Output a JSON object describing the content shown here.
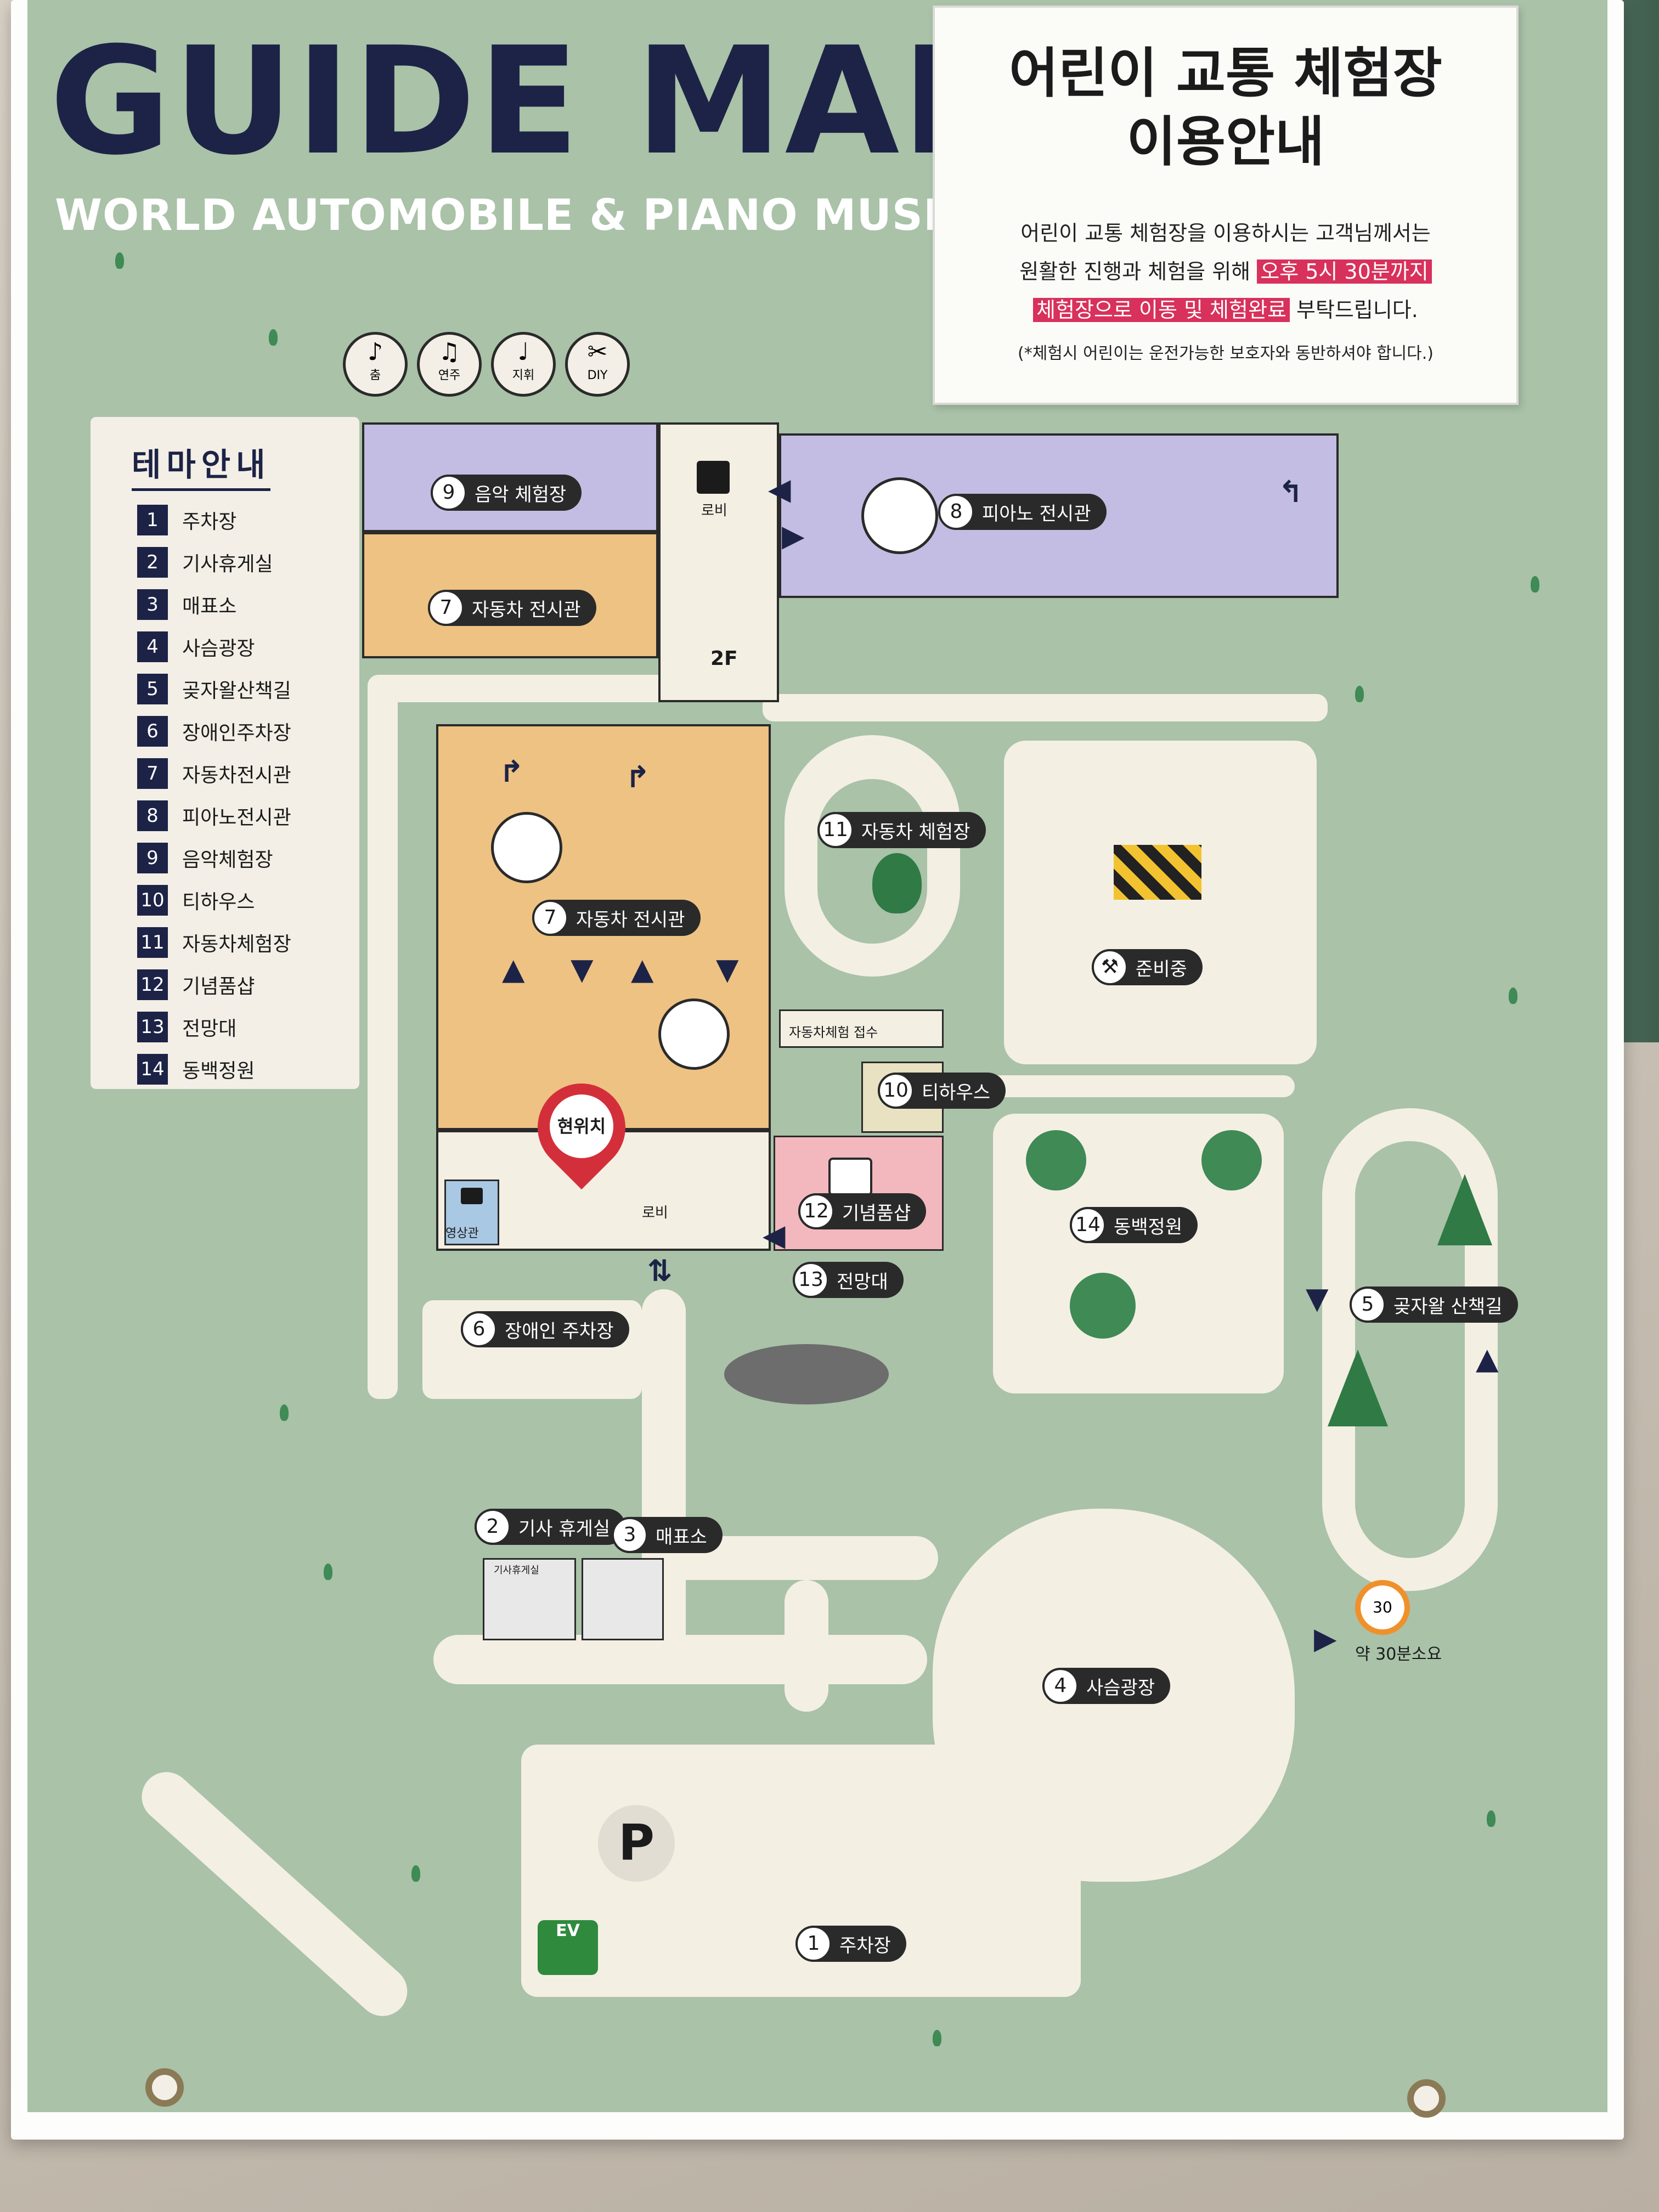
{
  "header": {
    "title": "GUIDE MAP",
    "subtitle": "WORLD AUTOMOBILE & PIANO MUSEUM"
  },
  "notice": {
    "title_line1": "어린이 교통 체험장",
    "title_line2": "이용안내",
    "body_line1": "어린이 교통 체험장을 이용하시는 고객님께서는",
    "body_line2_pre": "원활한 진행과 체험을 위해",
    "body_line2_hl": "오후 5시 30분까지",
    "body_line3_hl": "체험장으로 이동 및 체험완료",
    "body_line3_post": "부탁드립니다.",
    "footnote": "(*체험시 어린이는 운전가능한 보호자와 동반하셔야 합니다.)"
  },
  "legend": {
    "heading": "테마안내",
    "items": [
      {
        "num": "1",
        "label": "주차장"
      },
      {
        "num": "2",
        "label": "기사휴게실"
      },
      {
        "num": "3",
        "label": "매표소"
      },
      {
        "num": "4",
        "label": "사슴광장"
      },
      {
        "num": "5",
        "label": "곶자왈산책길"
      },
      {
        "num": "6",
        "label": "장애인주차장"
      },
      {
        "num": "7",
        "label": "자동차전시관"
      },
      {
        "num": "8",
        "label": "피아노전시관"
      },
      {
        "num": "9",
        "label": "음악체험장"
      },
      {
        "num": "10",
        "label": "티하우스"
      },
      {
        "num": "11",
        "label": "자동차체험장"
      },
      {
        "num": "12",
        "label": "기념품샵"
      },
      {
        "num": "13",
        "label": "전망대"
      },
      {
        "num": "14",
        "label": "동백정원"
      }
    ]
  },
  "activity_icons": [
    {
      "label": "춤",
      "glyph": "♪"
    },
    {
      "label": "연주",
      "glyph": "♫"
    },
    {
      "label": "지휘",
      "glyph": "♩"
    },
    {
      "label": "DIY",
      "glyph": "✂"
    }
  ],
  "map_labels": {
    "music": {
      "num": "9",
      "label": "음악 체험장"
    },
    "piano": {
      "num": "8",
      "label": "피아노 전시관"
    },
    "car_upper": {
      "num": "7",
      "label": "자동차 전시관"
    },
    "car_main": {
      "num": "7",
      "label": "자동차 전시관"
    },
    "car_exp": {
      "num": "11",
      "label": "자동차 체험장"
    },
    "prep": {
      "label": "준비중"
    },
    "tea": {
      "num": "10",
      "label": "티하우스"
    },
    "shop": {
      "num": "12",
      "label": "기념품샵"
    },
    "observ": {
      "num": "13",
      "label": "전망대"
    },
    "camellia": {
      "num": "14",
      "label": "동백정원"
    },
    "walk": {
      "num": "5",
      "label": "곶자왈 산책길"
    },
    "disabled_parking": {
      "num": "6",
      "label": "장애인 주차장"
    },
    "driver_rest": {
      "num": "2",
      "label": "기사 휴게실"
    },
    "ticket": {
      "num": "3",
      "label": "매표소"
    },
    "deer": {
      "num": "4",
      "label": "사슴광장"
    },
    "parking": {
      "num": "1",
      "label": "주차장"
    }
  },
  "small_texts": {
    "lobby_top": "로비",
    "lobby_main": "로비",
    "floor_2f": "2F",
    "car_exp_reception": "자동차체험 접수",
    "video": "영상관",
    "current_location": "현위치",
    "walk_time": "약 30분소요",
    "walk_timer": "30",
    "parking_p": "P",
    "ev": "EV",
    "driver_rest_sign": "기사휴게실"
  },
  "colors": {
    "map_bg": "#a9c2a8",
    "road": "#f4efe3",
    "navy": "#1d2346",
    "orange_building": "#eec283",
    "purple_building": "#c3bde3",
    "pink_shop": "#f2b8bd",
    "highlight_red": "#d8315b",
    "pin_red": "#d32f3a"
  }
}
